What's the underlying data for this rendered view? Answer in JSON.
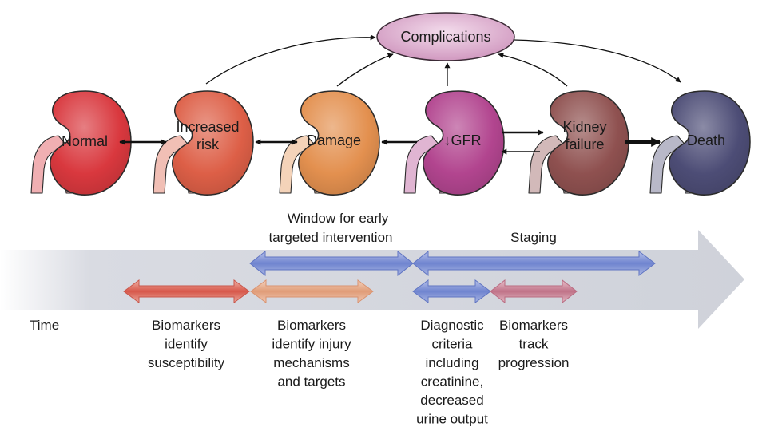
{
  "stages": [
    {
      "id": "normal",
      "lines": [
        "Normal"
      ],
      "color": "#d9383e"
    },
    {
      "id": "increased_risk",
      "lines": [
        "Increased",
        "risk"
      ],
      "color": "#dd5f47"
    },
    {
      "id": "damage",
      "lines": [
        "Damage"
      ],
      "color": "#e3904f"
    },
    {
      "id": "gfr",
      "lines": [
        "↓GFR"
      ],
      "color": "#b2458f"
    },
    {
      "id": "kidney_failure",
      "lines": [
        "Kidney",
        "failure"
      ],
      "color": "#8f5150"
    },
    {
      "id": "death",
      "lines": [
        "Death"
      ],
      "color": "#4d4d76"
    }
  ],
  "complications": {
    "label": "Complications",
    "color": "#d7a3c7"
  },
  "timeline": {
    "time_label": "Time",
    "window_label": [
      "Window for early",
      "targeted intervention"
    ],
    "staging_label": "Staging"
  },
  "annotations": [
    {
      "id": "susceptibility",
      "lines": [
        "Biomarkers",
        "identify",
        "susceptibility"
      ]
    },
    {
      "id": "injury",
      "lines": [
        "Biomarkers",
        "identify injury",
        "mechanisms",
        "and targets"
      ]
    },
    {
      "id": "diagnostic",
      "lines": [
        "Diagnostic",
        "criteria",
        "including",
        "creatinine,",
        "decreased",
        "urine output"
      ]
    },
    {
      "id": "progression",
      "lines": [
        "Biomarkers",
        "track",
        "progression"
      ]
    }
  ]
}
